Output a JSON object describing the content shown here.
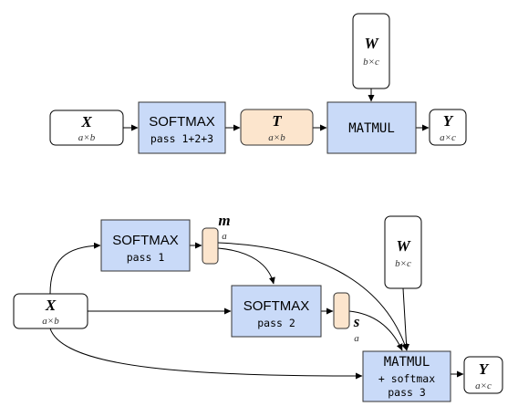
{
  "top": {
    "input_x": {
      "name": "X",
      "shape": "a×b"
    },
    "softmax": {
      "title": "SOFTMAX",
      "subtitle": "pass 1+2+3"
    },
    "temp_t": {
      "name": "T",
      "shape": "a×b"
    },
    "weight_w": {
      "name": "W",
      "shape": "b×c"
    },
    "matmul": {
      "title": "MATMUL"
    },
    "output_y": {
      "name": "Y",
      "shape": "a×c"
    }
  },
  "bottom": {
    "input_x": {
      "name": "X",
      "shape": "a×b"
    },
    "softmax1": {
      "title": "SOFTMAX",
      "subtitle": "pass 1"
    },
    "stat_m": {
      "name": "m",
      "shape": "a"
    },
    "softmax2": {
      "title": "SOFTMAX",
      "subtitle": "pass 2"
    },
    "stat_s": {
      "name": "s",
      "shape": "a"
    },
    "weight_w": {
      "name": "W",
      "shape": "b×c"
    },
    "matmul": {
      "title": "MATMUL",
      "line2": "+ softmax",
      "line3": "pass 3"
    },
    "output_y": {
      "name": "Y",
      "shape": "a×c"
    }
  },
  "colors": {
    "operation_fill": "#c9daf8",
    "intermediate_fill": "#fce5cd",
    "tensor_fill": "#ffffff"
  }
}
